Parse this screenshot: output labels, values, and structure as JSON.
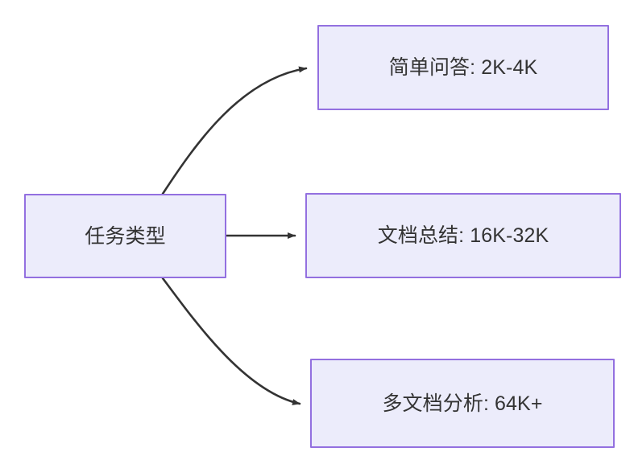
{
  "diagram": {
    "type": "flowchart",
    "direction": "left-to-right",
    "background_color": "#ffffff",
    "node_fill_color": "#ececfb",
    "node_border_color": "#9370e0",
    "node_text_color": "#333333",
    "edge_color": "#333333",
    "title": "",
    "source": {
      "id": "task-type",
      "label": "任务类型"
    },
    "targets": [
      {
        "id": "simple-qa",
        "label": "简单问答: 2K-4K",
        "task": "简单问答",
        "range": "2K-4K"
      },
      {
        "id": "doc-summary",
        "label": "文档总结: 16K-32K",
        "task": "文档总结",
        "range": "16K-32K"
      },
      {
        "id": "multidoc-analysis",
        "label": "多文档分析: 64K+",
        "task": "多文档分析",
        "range": "64K+"
      }
    ],
    "edges": [
      {
        "id": "edge-to-simple-qa",
        "from": "task-type",
        "to": "simple-qa",
        "label": "",
        "style": "curved"
      },
      {
        "id": "edge-to-doc-summary",
        "from": "task-type",
        "to": "doc-summary",
        "label": "",
        "style": "straight"
      },
      {
        "id": "edge-to-multidoc-analysis",
        "from": "task-type",
        "to": "multidoc-analysis",
        "label": "",
        "style": "curved"
      }
    ]
  }
}
